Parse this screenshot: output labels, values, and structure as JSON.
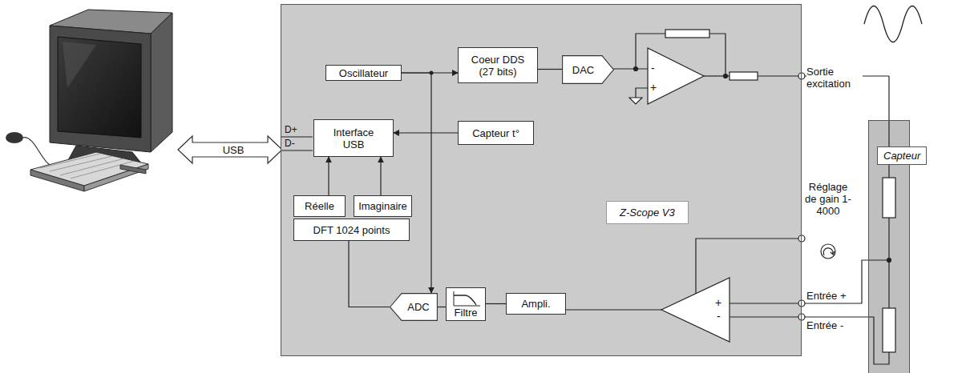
{
  "diagram": {
    "nodes": [
      {
        "text": [
          "Z-Scope V3"
        ]
      },
      {
        "text": [
          "Oscillateur"
        ],
        "in": 0
      },
      {
        "text": [
          "Coeur DDS (27 bits)"
        ],
        "in": 0
      },
      {
        "text": [
          "DAC"
        ],
        "in": 0
      },
      {
        "text": [
          "Interface USB"
        ],
        "in": 0
      },
      {
        "text": [
          "Capteur t°"
        ],
        "in": 0
      },
      {
        "text": [
          "Réelle"
        ],
        "in": 0
      },
      {
        "text": [
          "Imaginaire"
        ],
        "in": 0
      },
      {
        "text": [
          "DFT 1024 points"
        ],
        "in": 0
      },
      {
        "text": [
          "ADC"
        ],
        "in": 0
      },
      {
        "text": [
          "Filtre"
        ],
        "in": 0
      },
      {
        "text": [
          "Ampli."
        ],
        "in": 0
      },
      {
        "text": [
          "Capteur"
        ]
      }
    ],
    "edges": [
      {
        "from": 1,
        "to": 2,
        "arrow": "to"
      },
      {
        "from": 1,
        "to": 9,
        "arrow": "to"
      },
      {
        "from": 2,
        "to": 3,
        "arrow": "none"
      },
      {
        "from": 5,
        "to": 4,
        "arrow": "to"
      },
      {
        "from": 6,
        "to": 4,
        "arrow": "to"
      },
      {
        "from": 7,
        "to": 4,
        "arrow": "to"
      },
      {
        "from": 9,
        "to": 8,
        "arrow": "none"
      },
      {
        "from": 10,
        "to": 9,
        "arrow": "none"
      },
      {
        "from": 11,
        "to": 10,
        "arrow": "none"
      }
    ],
    "labels": [
      "USB",
      "D+",
      "D-",
      "-",
      "+",
      "Sortie excitation",
      "Réglage de gain 1-4000",
      "+",
      "-",
      "Entrée +",
      "Entrée -"
    ]
  }
}
